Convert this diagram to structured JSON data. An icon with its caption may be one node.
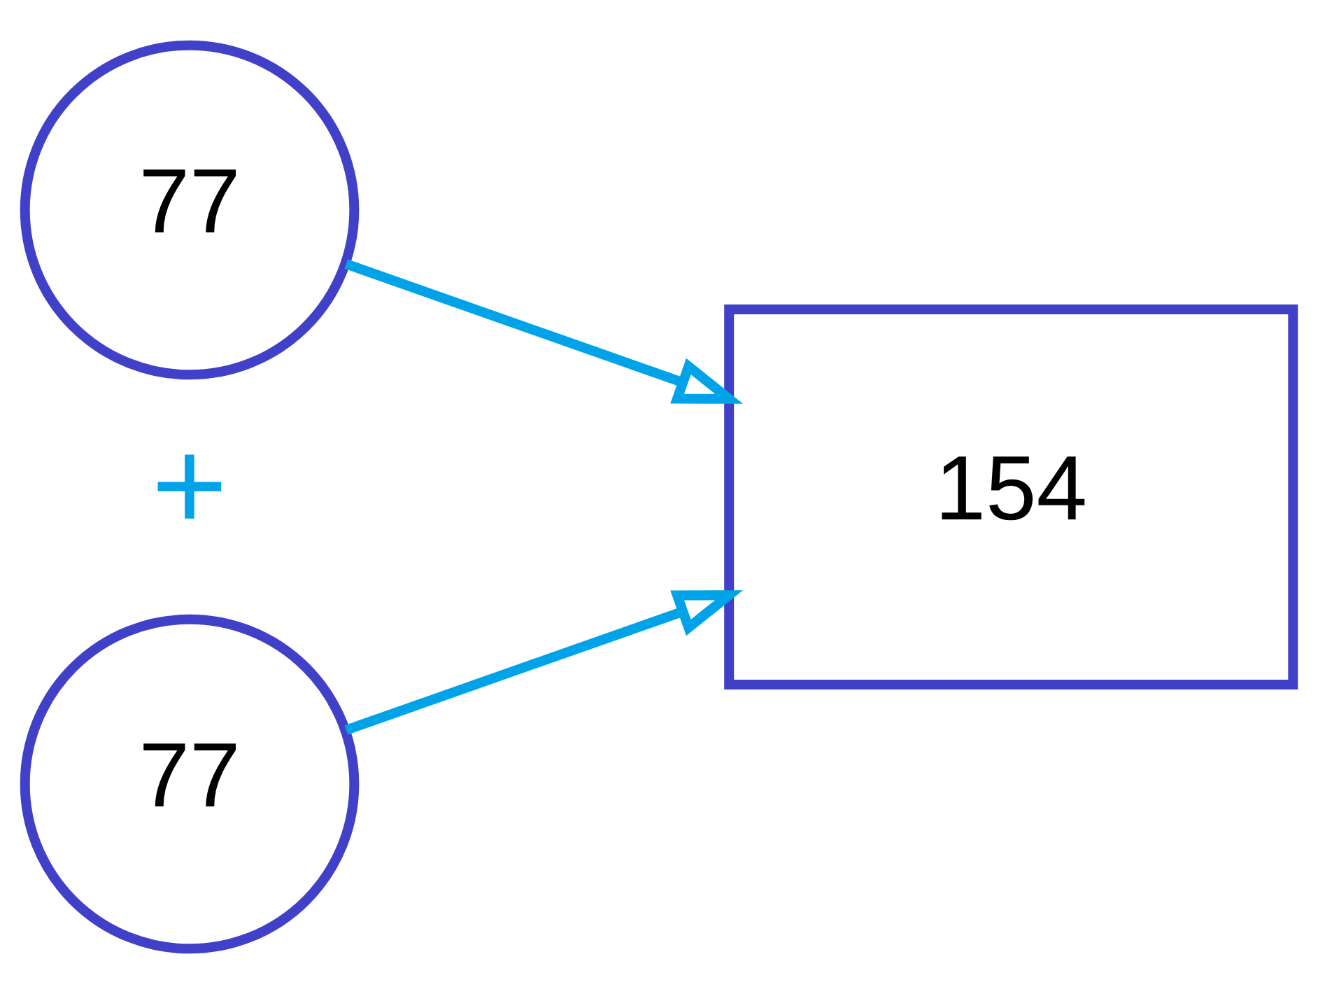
{
  "diagram": {
    "nodes": [
      {
        "text": [
          "77"
        ]
      },
      {
        "text": [
          "77"
        ]
      },
      {
        "text": [
          "154"
        ]
      }
    ],
    "edges": [
      {
        "from": 0,
        "to": 2,
        "arrow": "to"
      },
      {
        "from": 1,
        "to": 2,
        "arrow": "to"
      }
    ],
    "labels": [
      "+"
    ]
  }
}
